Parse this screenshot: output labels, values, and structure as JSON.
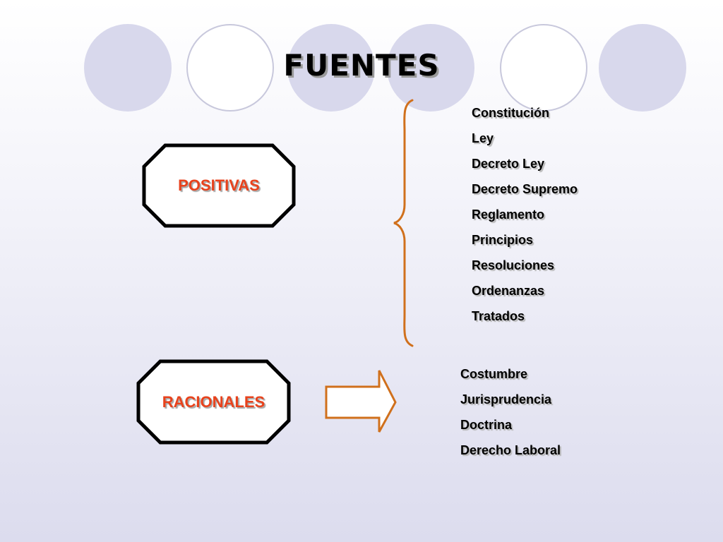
{
  "title": "FUENTES",
  "colors": {
    "circle_fill": "#d8d8ec",
    "circle_outline": "#c8c8dc",
    "accent_orange": "#d0701c",
    "label_red": "#e8421c"
  },
  "positivas": {
    "label": "POSITIVAS",
    "items": [
      "Constitución",
      "Ley",
      "Decreto Ley",
      "Decreto Supremo",
      "Reglamento",
      "Principios",
      "Resoluciones",
      "Ordenanzas",
      "Tratados"
    ]
  },
  "racionales": {
    "label": "RACIONALES",
    "items": [
      "Costumbre",
      "Jurisprudencia",
      "Doctrina",
      "Derecho Laboral"
    ]
  }
}
